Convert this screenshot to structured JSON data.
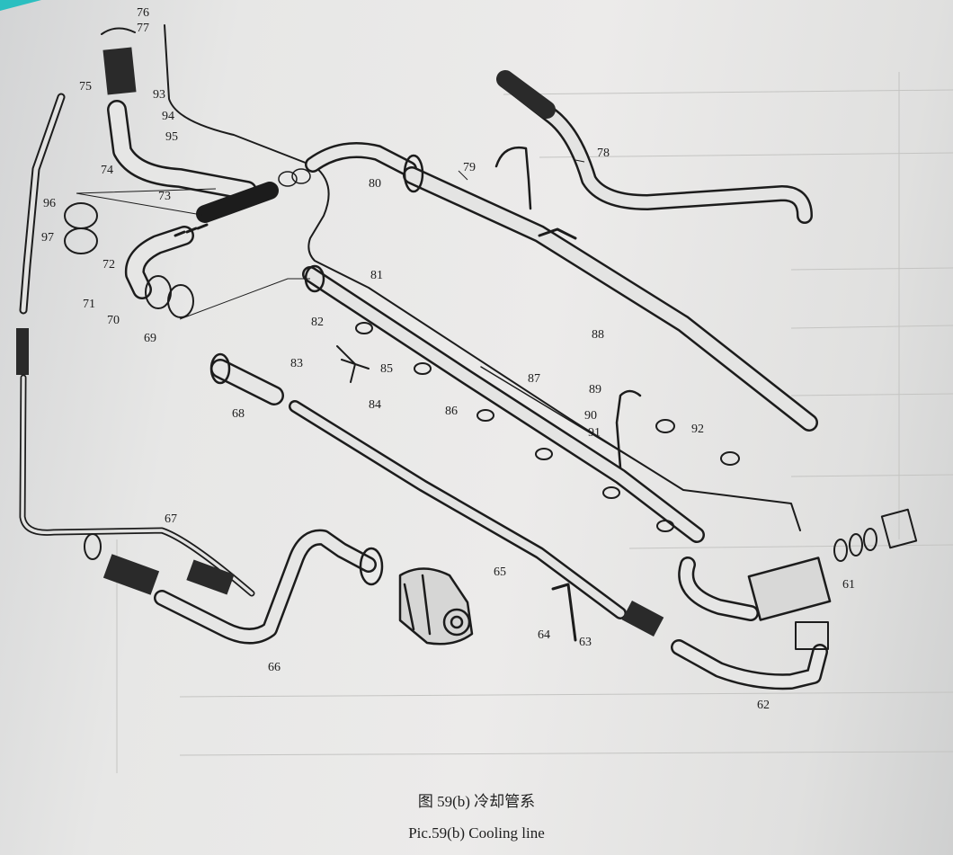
{
  "figure": {
    "caption_cn": "图 59(b)  冷却管系",
    "caption_en": "Pic.59(b) Cooling line"
  },
  "callouts": [
    "76",
    "77",
    "75",
    "93",
    "94",
    "95",
    "74",
    "73",
    "96",
    "97",
    "72",
    "71",
    "70",
    "69",
    "80",
    "79",
    "78",
    "81",
    "82",
    "83",
    "85",
    "84",
    "88",
    "87",
    "86",
    "89",
    "90",
    "91",
    "92",
    "68",
    "67",
    "66",
    "65",
    "64",
    "63",
    "61",
    "62"
  ],
  "colors": {
    "paper": "#e8e8e7",
    "ink": "#1c1c1c",
    "corner_accent": "#2bbfc0"
  }
}
